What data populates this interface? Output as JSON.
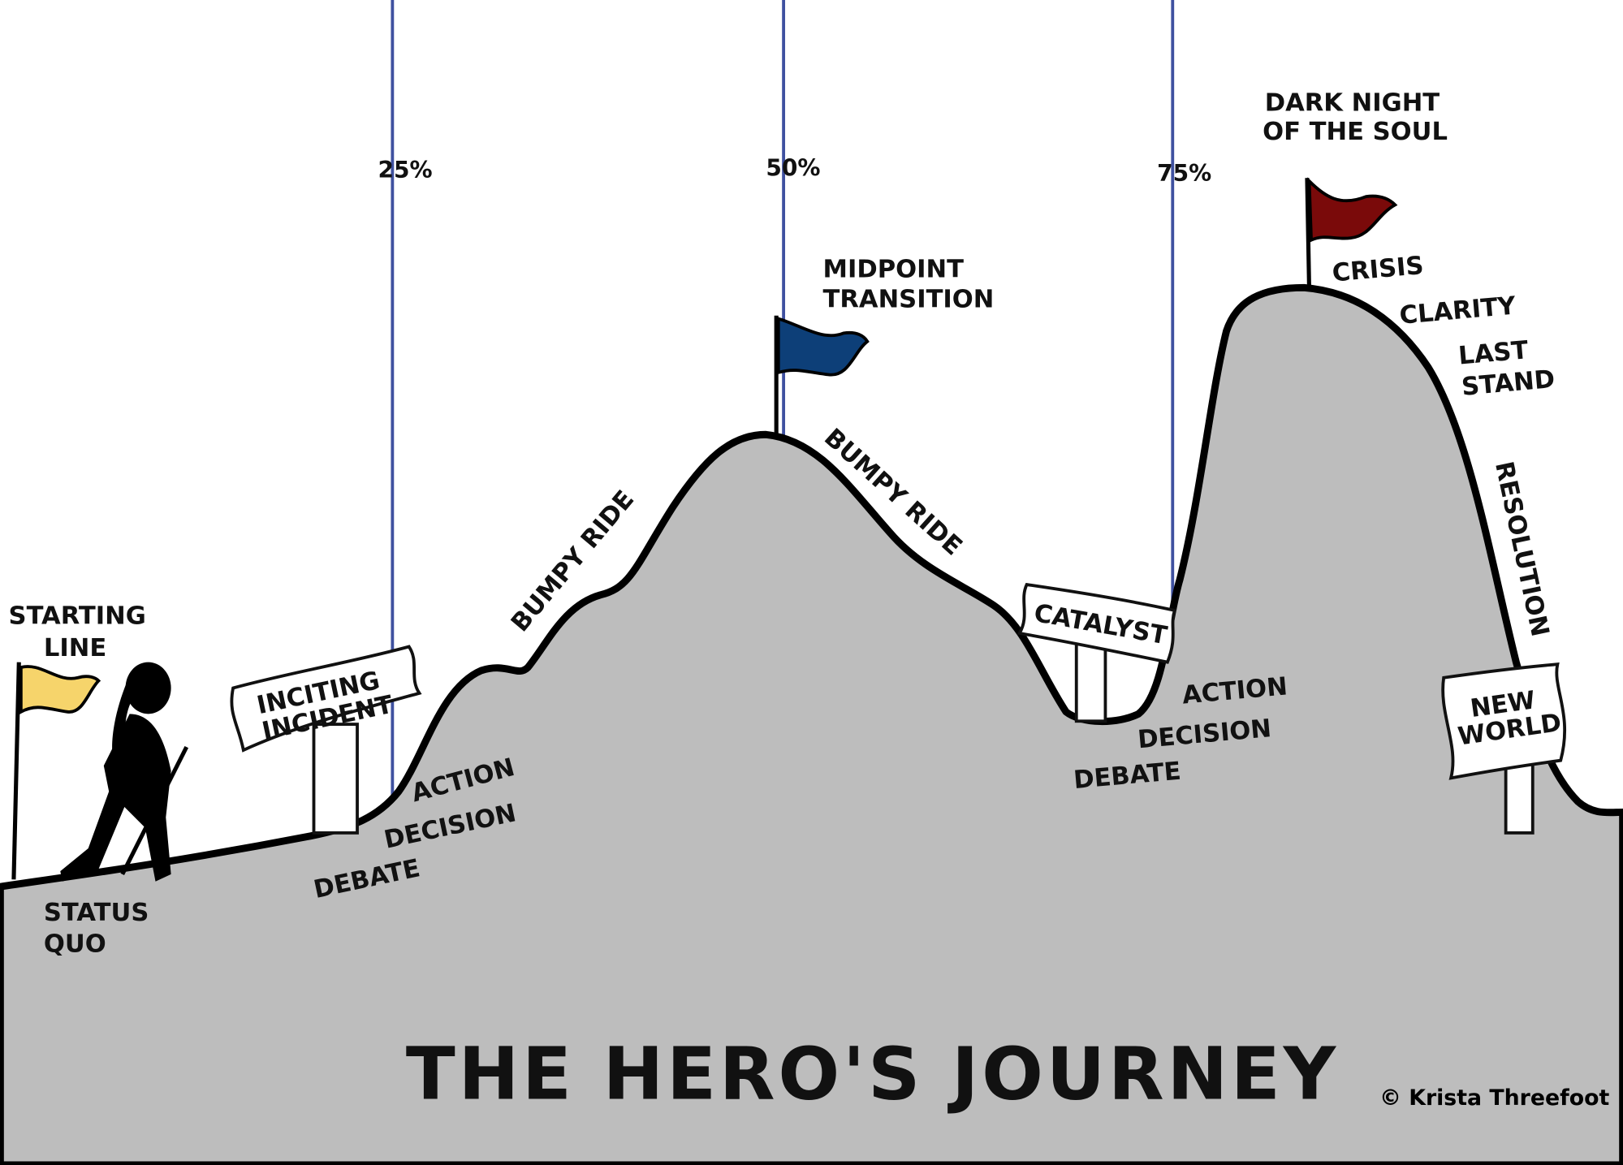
{
  "title": "THE HERO'S JOURNEY",
  "credit": "© Krista Threefoot",
  "markers": [
    "25%",
    "50%",
    "75%"
  ],
  "labels": {
    "starting_line": [
      "STARTING",
      "LINE"
    ],
    "status_quo": [
      "STATUS",
      "QUO"
    ],
    "inciting_incident": [
      "INCITING",
      "INCIDENT"
    ],
    "act1": {
      "debate": "DEBATE",
      "decision": "DECISION",
      "action": "ACTION"
    },
    "bumpy_ride_1": "BUMPY RIDE",
    "midpoint": [
      "MIDPOINT",
      "TRANSITION"
    ],
    "bumpy_ride_2": "BUMPY RIDE",
    "catalyst": "CATALYST",
    "act2": {
      "debate": "DEBATE",
      "decision": "DECISION",
      "action": "ACTION"
    },
    "dark_night": [
      "DARK NIGHT",
      "OF THE SOUL"
    ],
    "crisis": "CRISIS",
    "clarity": "CLARITY",
    "last_stand": [
      "LAST",
      "STAND"
    ],
    "resolution": "RESOLUTION",
    "new_world": [
      "NEW",
      "WORLD"
    ]
  },
  "colors": {
    "ground": "#bdbdbd",
    "marker_line": "#3f51a0",
    "flag_start": "#f6d46b",
    "flag_mid": "#0d3f78",
    "flag_crisis": "#7a0a0a"
  }
}
